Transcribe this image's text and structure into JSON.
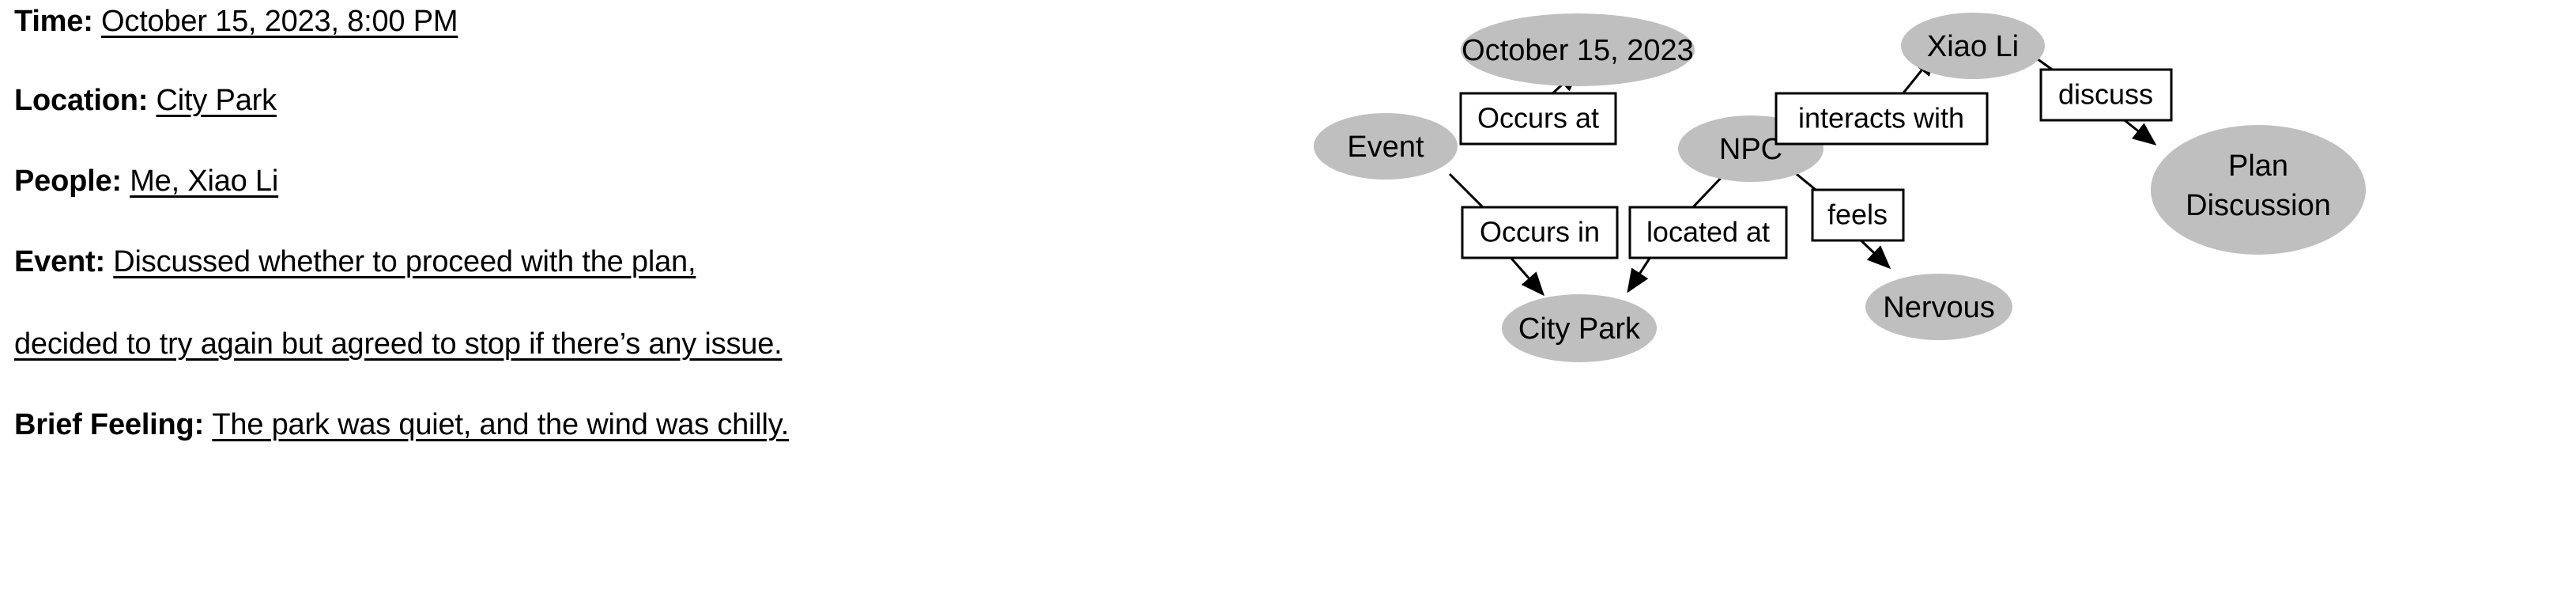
{
  "note": {
    "lines": [
      {
        "label": "Time",
        "sep": ": ",
        "value": "October 15, 2023, 8:00 PM"
      },
      {
        "label": "Location",
        "sep": ": ",
        "value": "City Park"
      },
      {
        "label": "People",
        "sep": ": ",
        "value": "Me, Xiao Li"
      },
      {
        "label": "Event",
        "sep": ": ",
        "value": "Discussed whether to proceed with the plan,"
      },
      {
        "label": "",
        "sep": "",
        "value": "decided to try again but agreed to stop if there’s any issue."
      },
      {
        "label": "Brief Feeling",
        "sep": ": ",
        "value": "The park was quiet, and the wind was chilly."
      }
    ]
  },
  "graph": {
    "node_fill": "#bfbfbf",
    "edge_label_fill": "#ffffff",
    "stroke": "#000000",
    "nodes": [
      {
        "id": "date",
        "label": "October 15, 2023",
        "label2": ""
      },
      {
        "id": "event",
        "label": "Event",
        "label2": ""
      },
      {
        "id": "citypark",
        "label": "City Park",
        "label2": ""
      },
      {
        "id": "npc",
        "label": "NPC",
        "label2": ""
      },
      {
        "id": "xiaoli",
        "label": "Xiao Li",
        "label2": ""
      },
      {
        "id": "nervous",
        "label": "Nervous",
        "label2": ""
      },
      {
        "id": "plan",
        "label": "Plan",
        "label2": "Discussion"
      }
    ],
    "edges": [
      {
        "from": "event",
        "to": "date",
        "label": "Occurs at"
      },
      {
        "from": "event",
        "to": "citypark",
        "label": "Occurs in"
      },
      {
        "from": "npc",
        "to": "citypark",
        "label": "located at"
      },
      {
        "from": "npc",
        "to": "xiaoli",
        "label": "interacts with"
      },
      {
        "from": "npc",
        "to": "nervous",
        "label": "feels"
      },
      {
        "from": "xiaoli",
        "to": "plan",
        "label": "discuss"
      }
    ]
  }
}
